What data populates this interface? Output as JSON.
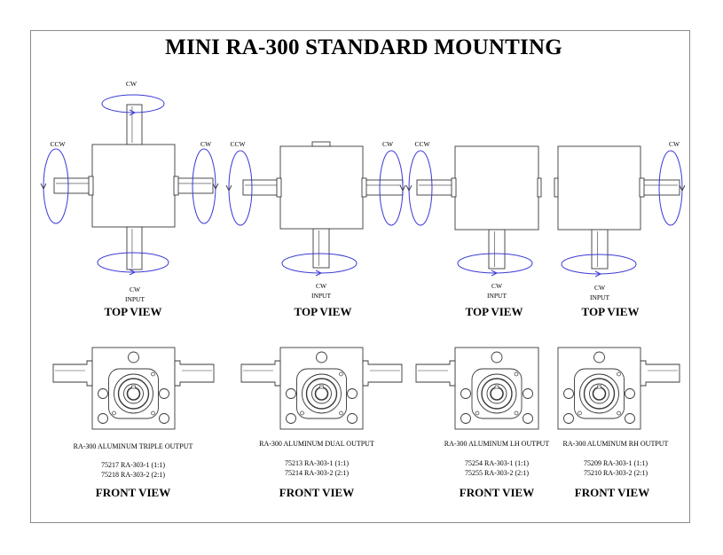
{
  "title": "MINI RA-300 STANDARD MOUNTING",
  "top_views": [
    {
      "label": "TOP VIEW",
      "input_label": "INPUT",
      "top_label": "CW",
      "left_label": "CCW",
      "right_label": "CW",
      "bottom_label": "CW"
    },
    {
      "label": "TOP VIEW",
      "input_label": "INPUT",
      "left_label": "CCW",
      "right_label": "CW",
      "bottom_label": "CW"
    },
    {
      "label": "TOP VIEW",
      "input_label": "INPUT",
      "left_label": "CCW",
      "bottom_label": "CW"
    },
    {
      "label": "TOP VIEW",
      "input_label": "INPUT",
      "right_label": "CW",
      "bottom_label": "CW"
    }
  ],
  "front_views": [
    {
      "label": "FRONT VIEW",
      "description": "RA-300 ALUMINUM TRIPLE OUTPUT",
      "parts": [
        "75217 RA-303-1 (1:1)",
        "75218 RA-303-2 (2:1)"
      ]
    },
    {
      "label": "FRONT VIEW",
      "description": "RA-300 ALUMINUM DUAL OUTPUT",
      "parts": [
        "75213 RA-303-1 (1:1)",
        "75214 RA-303-2 (2:1)"
      ]
    },
    {
      "label": "FRONT VIEW",
      "description": "RA-300 ALUMINUM LH OUTPUT",
      "parts": [
        "75254 RA-303-1 (1:1)",
        "75255 RA-303-2 (2:1)"
      ]
    },
    {
      "label": "FRONT VIEW",
      "description": "RA-300 ALUMINUM RH OUTPUT",
      "parts": [
        "75209 RA-303-1 (1:1)",
        "75210 RA-303-2 (2:1)"
      ]
    }
  ],
  "colors": {
    "rotation_arrow": "#3a3ad6",
    "line": "#3a3a3a",
    "frame": "#8a8a8a"
  }
}
